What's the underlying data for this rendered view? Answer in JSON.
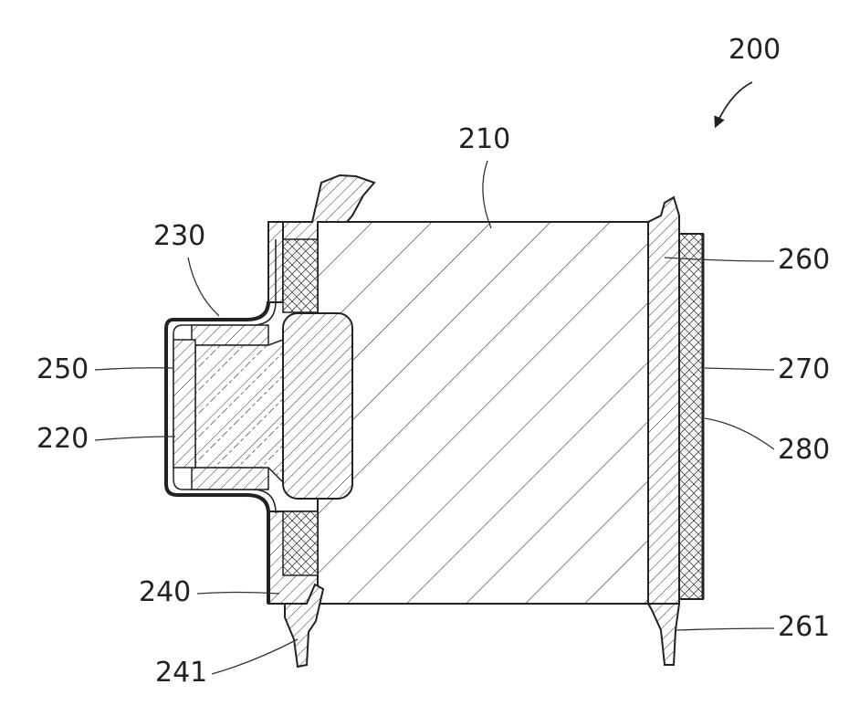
{
  "figure": {
    "labels": {
      "assembly": "200",
      "body": "210",
      "inner_core": "220",
      "sleeve": "230",
      "frame": "240",
      "frame_tab": "241",
      "cap": "250",
      "plate": "260",
      "plate_tab": "261",
      "cover": "270",
      "seal": "280"
    }
  }
}
